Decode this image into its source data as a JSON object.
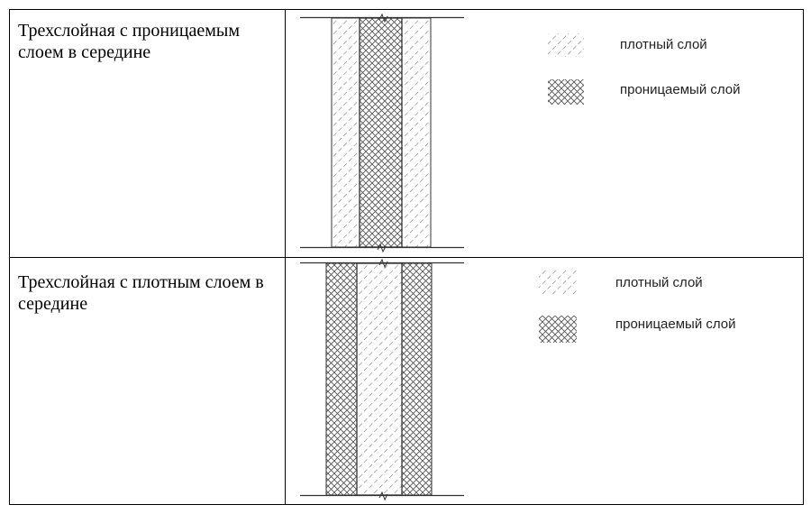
{
  "rows": [
    {
      "title": "Трехслойная с проницаемым слоем в середине",
      "layers": [
        "плотный слой",
        "проницаемый слой",
        "плотный слой"
      ],
      "legend": {
        "dense": "плотный слой",
        "permeable": "проницаемый слой"
      }
    },
    {
      "title": "Трехслойная с плотным слоем в середине",
      "layers": [
        "проницаемый слой",
        "плотный слой",
        "проницаемый слой"
      ],
      "legend": {
        "dense": "плотный слой",
        "permeable": "проницаемый слой"
      }
    }
  ],
  "colors": {
    "line": "#333333",
    "hatch": "#555555",
    "grid": "#000000"
  }
}
